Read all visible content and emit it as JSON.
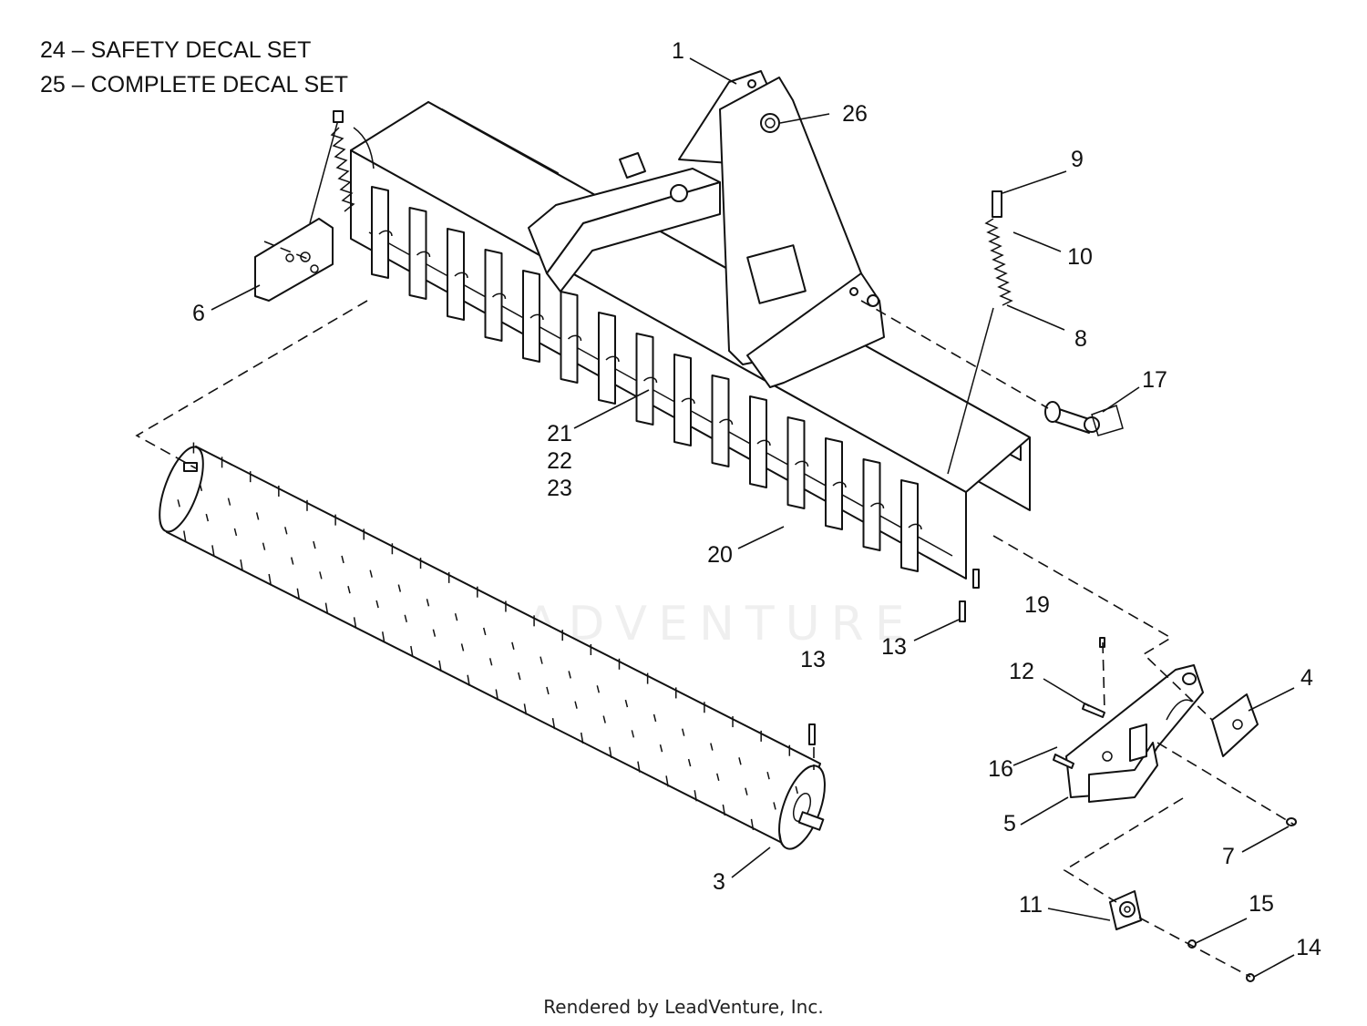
{
  "legend": [
    "24 – SAFETY DECAL SET",
    "25 – COMPLETE DECAL SET"
  ],
  "watermark": "LEADVENTURE",
  "footer": "Rendered by LeadVenture, Inc.",
  "callouts": [
    {
      "text": "1"
    },
    {
      "text": "26"
    },
    {
      "text": "9"
    },
    {
      "text": "10"
    },
    {
      "text": "8"
    },
    {
      "text": "17"
    },
    {
      "text": "6"
    },
    {
      "text": "21"
    },
    {
      "text": "22"
    },
    {
      "text": "23"
    },
    {
      "text": "20"
    },
    {
      "text": "13"
    },
    {
      "text": "13"
    },
    {
      "text": "19"
    },
    {
      "text": "12"
    },
    {
      "text": "4"
    },
    {
      "text": "16"
    },
    {
      "text": "5"
    },
    {
      "text": "7"
    },
    {
      "text": "3"
    },
    {
      "text": "11"
    },
    {
      "text": "15"
    },
    {
      "text": "14"
    }
  ]
}
